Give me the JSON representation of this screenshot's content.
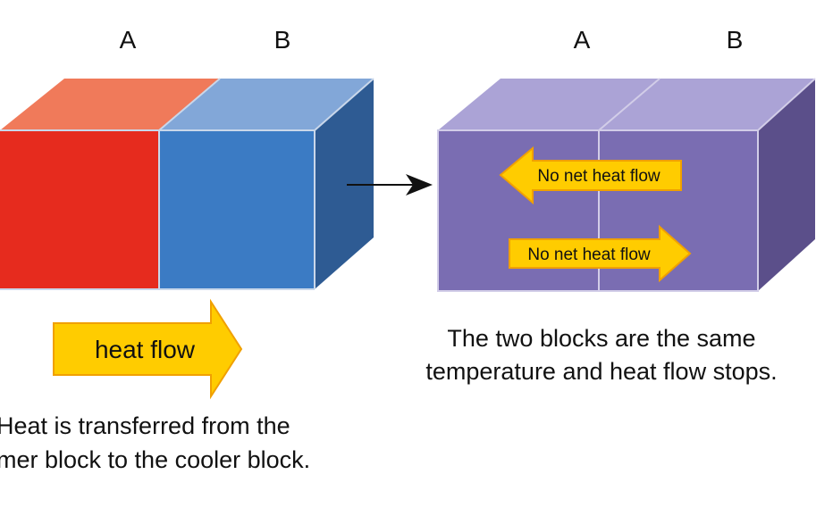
{
  "left": {
    "label_a": "A",
    "label_b": "B",
    "arrow_label": "heat flow",
    "caption_line1": "Heat is transferred from the",
    "caption_line2": "mer block to the cooler block."
  },
  "right": {
    "label_a": "A",
    "label_b": "B",
    "arrow_left_label": "No net heat flow",
    "arrow_right_label": "No net heat flow",
    "caption_line1": "The two blocks are the same",
    "caption_line2": "temperature and heat flow stops."
  },
  "colors": {
    "hot_block": "#e62b1e",
    "hot_block_top": "#f07a5a",
    "cool_block": "#3b7bc4",
    "cool_block_top": "#82a7d8",
    "cool_block_side": "#2e5b93",
    "equal_block": "#7a6db2",
    "equal_block_top": "#aba3d6",
    "equal_block_side": "#5b4f8a",
    "arrow_fill": "#ffcc00",
    "arrow_stroke": "#f0a000"
  }
}
